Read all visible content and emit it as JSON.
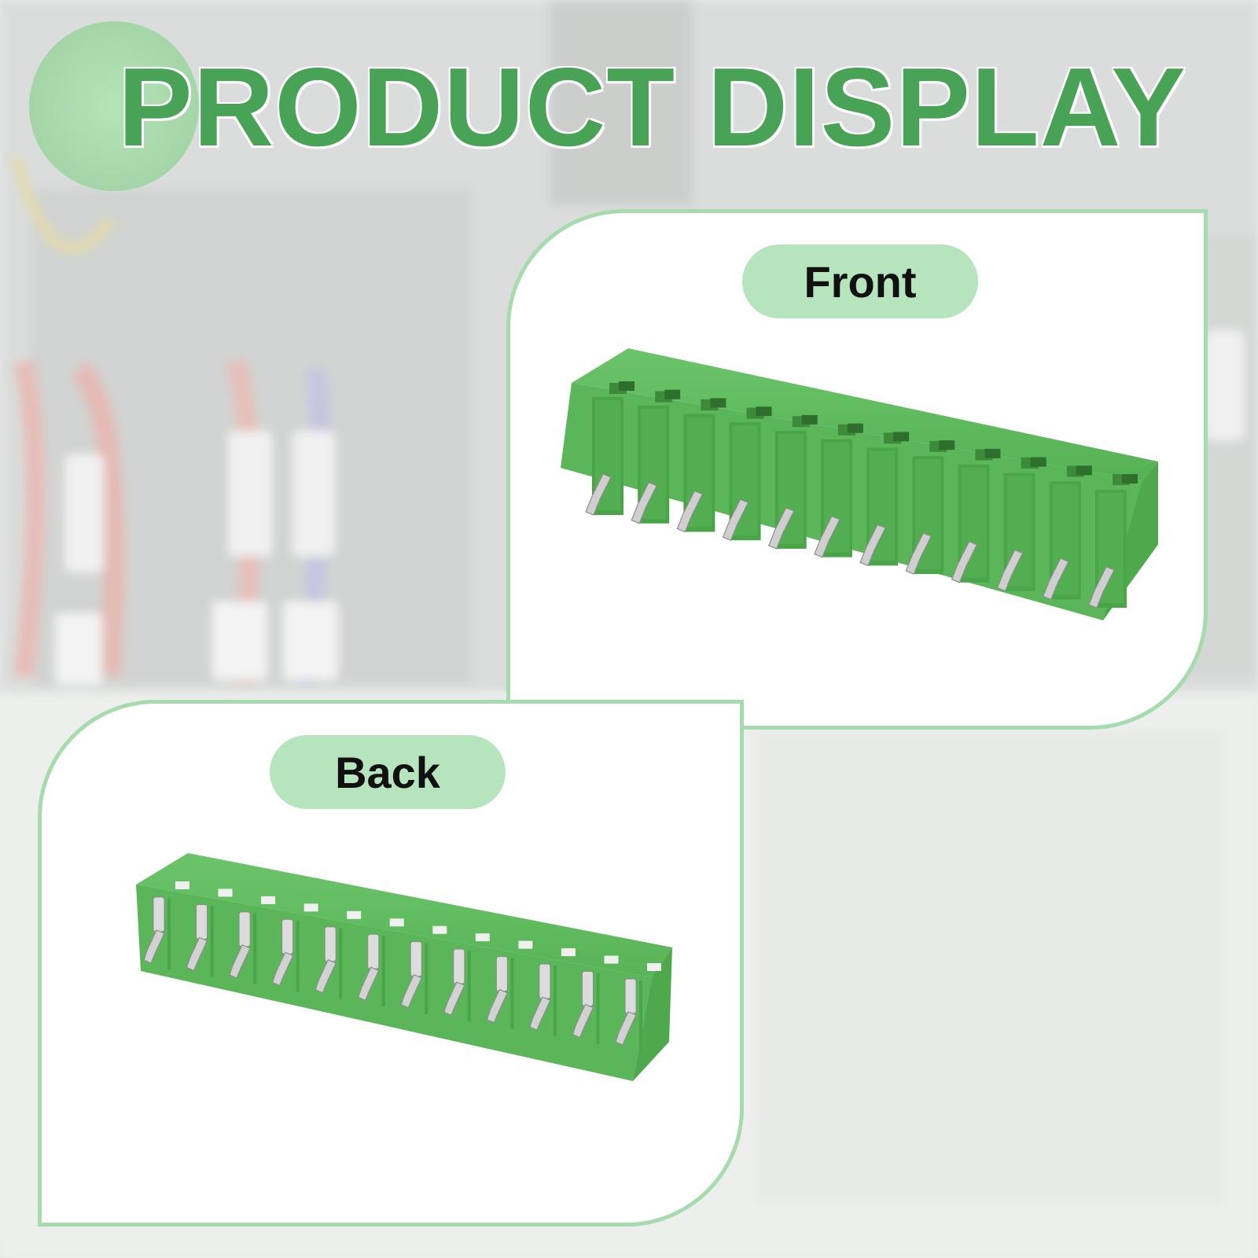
{
  "title": "PRODUCT DISPLAY",
  "panels": {
    "front": {
      "label": "Front"
    },
    "back": {
      "label": "Back"
    }
  },
  "product": {
    "name": "terminal-block-connector",
    "positions": 12,
    "color": "#5cb85a"
  },
  "colors": {
    "title_green": "#48a356",
    "panel_border": "#a6dcad",
    "pill_fill": "#b5e4bd",
    "accent_circle": "#9fd6a3"
  }
}
